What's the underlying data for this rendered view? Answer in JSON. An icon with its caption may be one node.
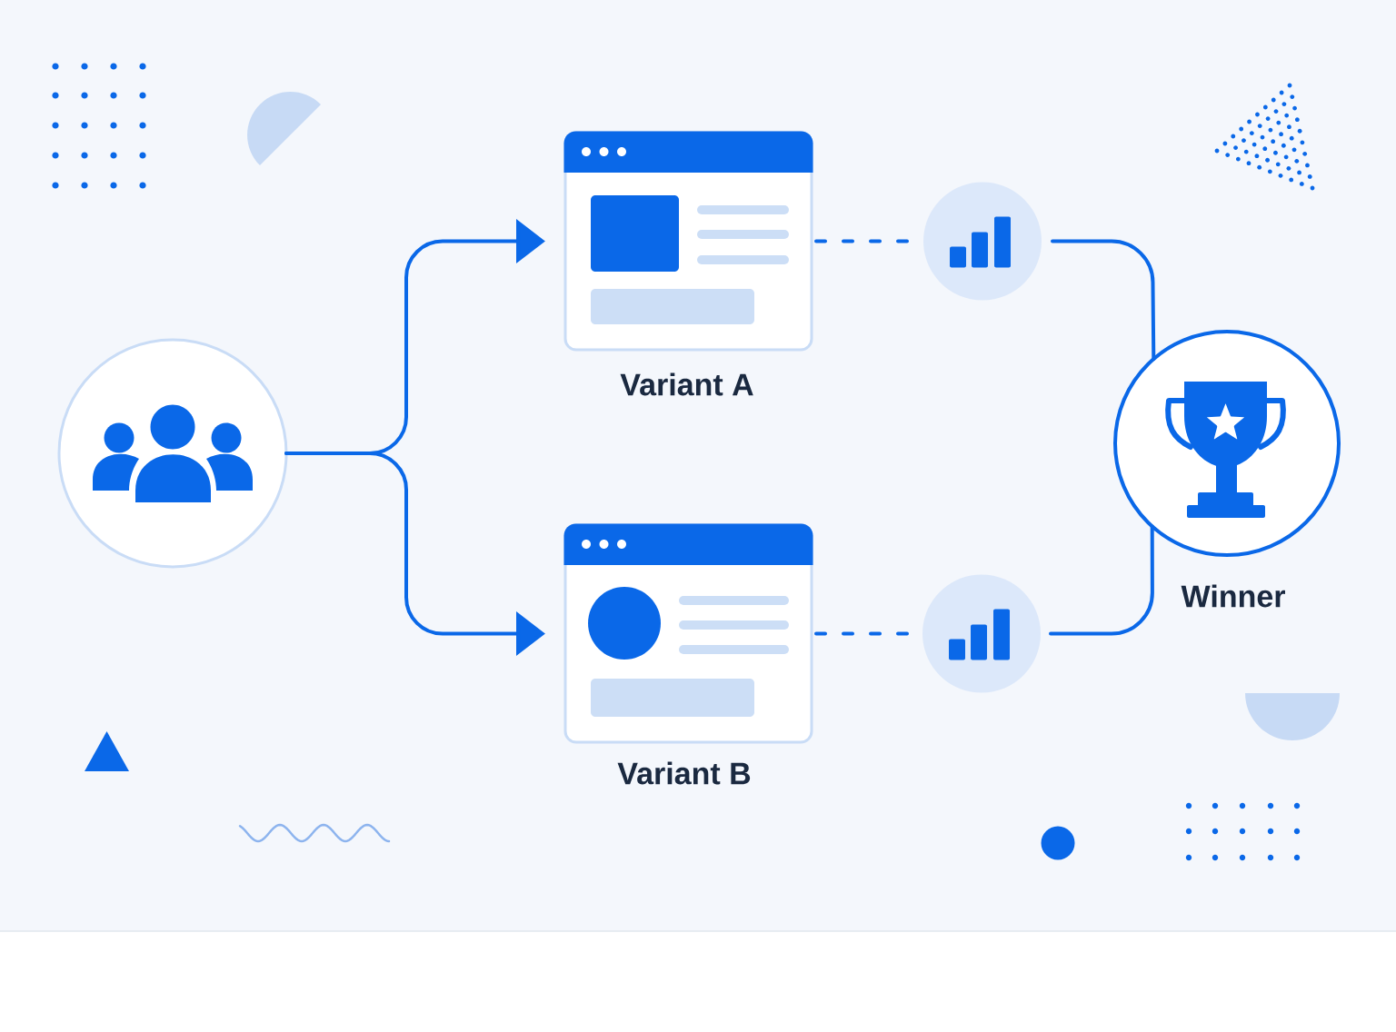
{
  "diagram": {
    "nodes": [
      {
        "text": [],
        "shape": "circle"
      },
      {
        "text": [
          "Variant A"
        ]
      },
      {
        "text": [
          "Variant B"
        ]
      },
      {
        "text": [],
        "shape": "circle"
      },
      {
        "text": [],
        "shape": "circle"
      },
      {
        "text": [
          "Winner"
        ]
      },
      {
        "text": [],
        "shape": "semicircle"
      },
      {
        "text": [],
        "shape": "semicircle"
      }
    ],
    "edges": [
      {
        "from": 0,
        "to": 1,
        "arrow": "to"
      },
      {
        "from": 0,
        "to": 2,
        "arrow": "to"
      },
      {
        "from": 1,
        "to": 3,
        "arrow": "none",
        "style": "dashed"
      },
      {
        "from": 2,
        "to": 4,
        "arrow": "none",
        "style": "dashed"
      },
      {
        "from": 3,
        "to": 5,
        "arrow": "none"
      },
      {
        "from": 4,
        "to": 5,
        "arrow": "none"
      }
    ]
  }
}
